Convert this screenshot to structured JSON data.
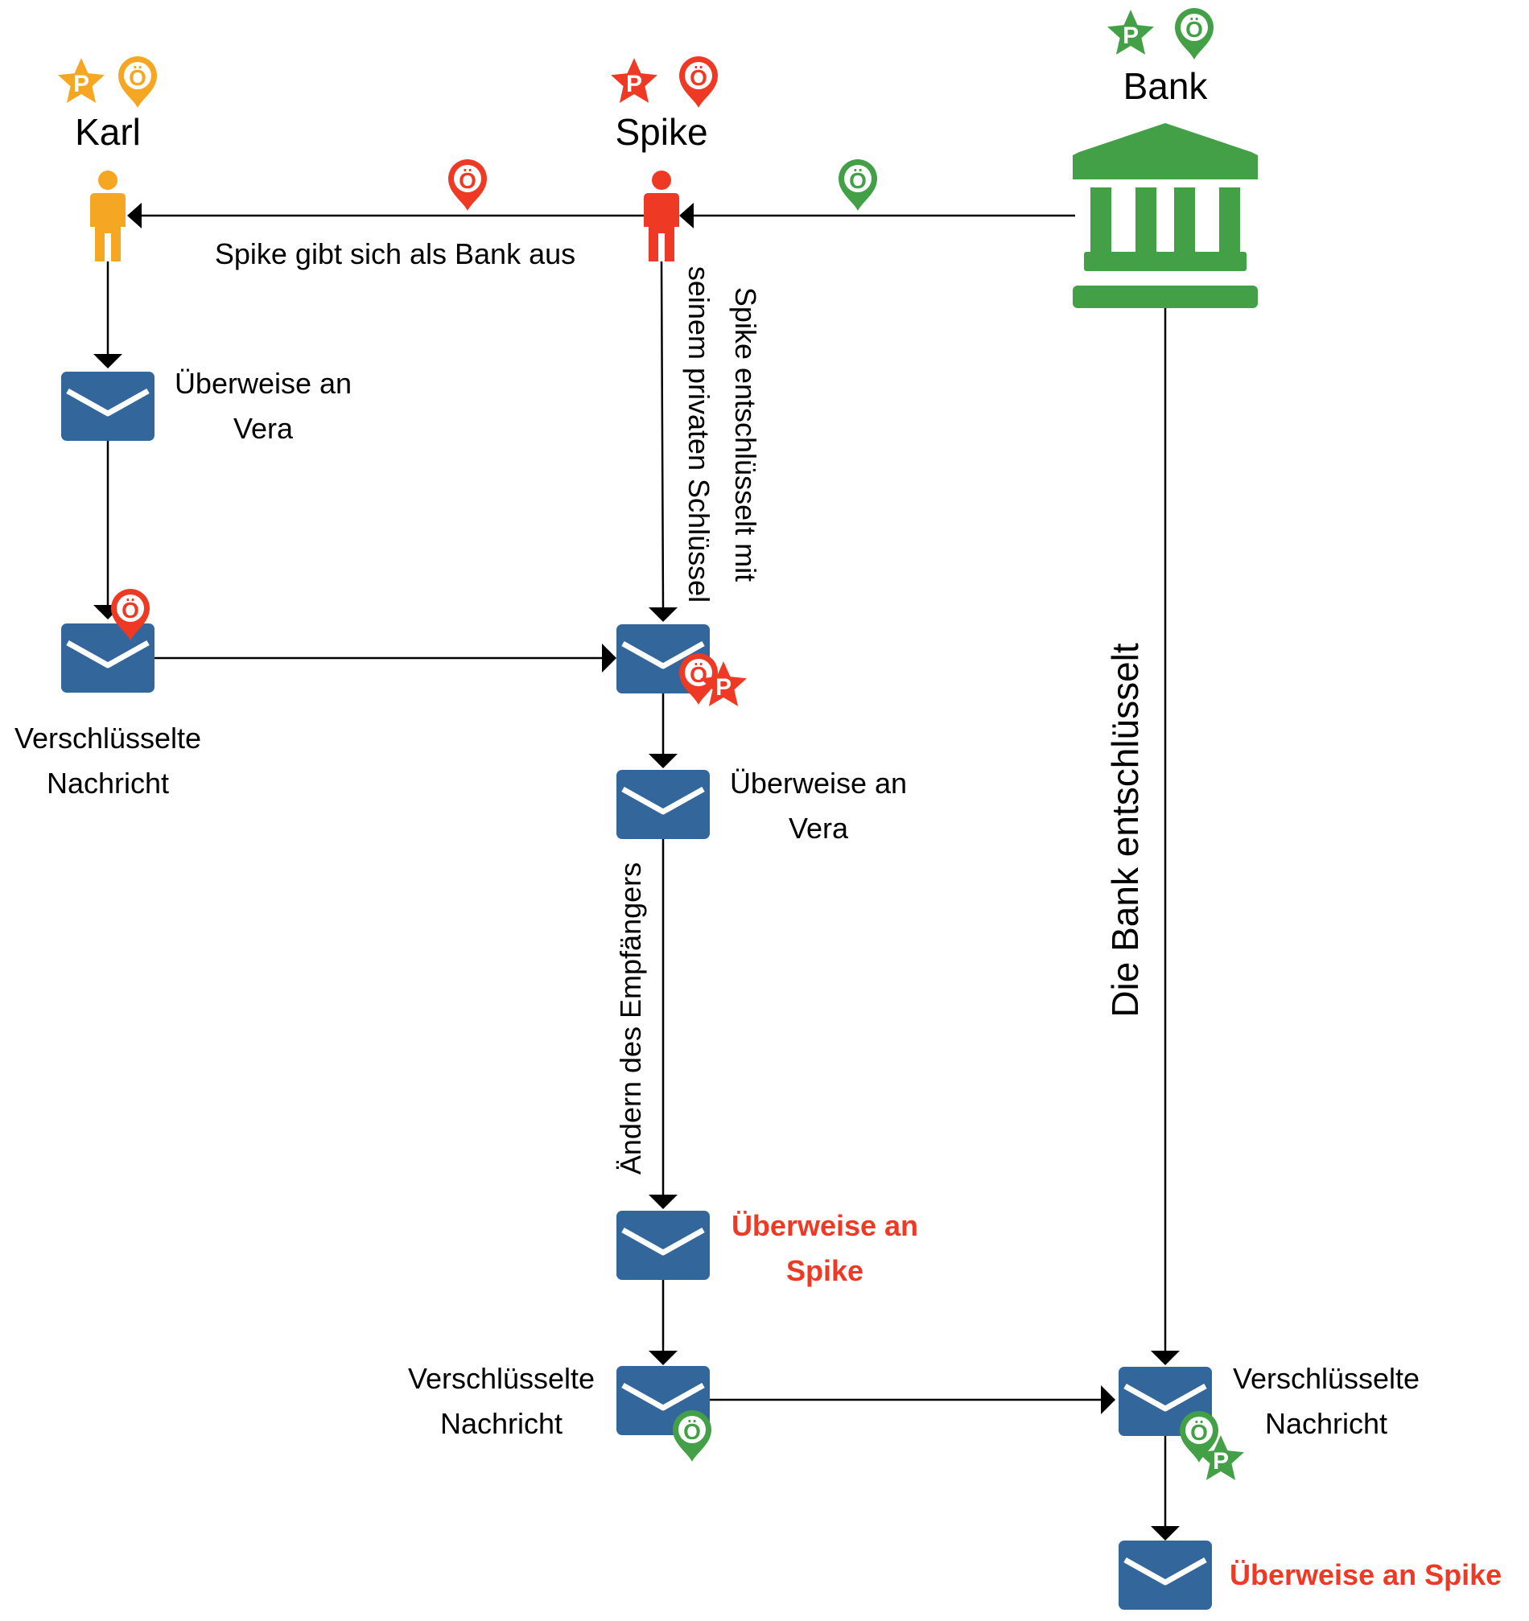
{
  "colors": {
    "karl": "#f5a623",
    "spike": "#ee3a24",
    "bank": "#43a047",
    "envelope": "#33679c",
    "highlight": "#ee3a24",
    "line": "#000000"
  },
  "icons": {
    "private_key": "star-icon",
    "public_key": "map-pin-icon",
    "person": "person-icon",
    "bank": "bank-icon",
    "message": "envelope-icon"
  },
  "badges": {
    "private": "P",
    "public": "Ö"
  },
  "actors": {
    "karl": {
      "name": "Karl"
    },
    "spike": {
      "name": "Spike"
    },
    "bank": {
      "name": "Bank"
    }
  },
  "labels": {
    "impersonation": "Spike gibt sich als Bank aus",
    "msg1_line1": "Überweise an",
    "msg1_line2": "Vera",
    "enc1_line1": "Verschlüsselte",
    "enc1_line2": "Nachricht",
    "spike_decrypts_line1": "Spike entschlüsselt mit",
    "spike_decrypts_line2": "seinem privaten Schlüssel",
    "msg2_line1": "Überweise an",
    "msg2_line2": "Vera",
    "change_recipient": "Ändern des Empfängers",
    "msg3_line1": "Überweise an",
    "msg3_line2": "Spike",
    "enc2_line1": "Verschlüsselte",
    "enc2_line2": "Nachricht",
    "bank_decrypts": "Die Bank entschlüsselt",
    "enc3_line1": "Verschlüsselte",
    "enc3_line2": "Nachricht",
    "final_msg": "Überweise an Spike"
  }
}
